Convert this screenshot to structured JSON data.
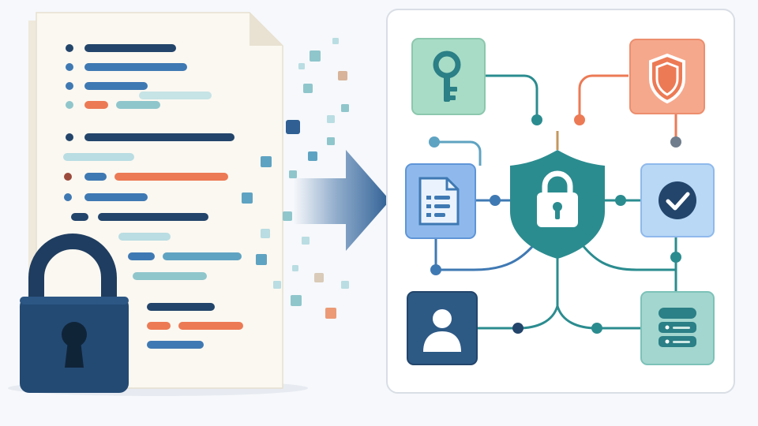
{
  "colors": {
    "background": "#f6f8fb",
    "paper": "#fbf8f1",
    "navy": "#23456b",
    "blue": "#3f79b3",
    "teal": "#2b8c8f",
    "light_teal": "#9ccfd6",
    "coral": "#ec7a55",
    "mint": "#9fd7c0",
    "peach": "#f5a58a",
    "light_blue": "#8fb9ec"
  },
  "diagram": {
    "left": {
      "document": "code-document",
      "lock_icon": "padlock-icon"
    },
    "arrow": "right-arrow-icon",
    "right": {
      "center": "shield-lock-icon",
      "nodes": [
        {
          "name": "key-node",
          "icon": "key-icon"
        },
        {
          "name": "security-shield-node",
          "icon": "shield-icon"
        },
        {
          "name": "document-node",
          "icon": "document-icon"
        },
        {
          "name": "verified-node",
          "icon": "checkmark-icon"
        },
        {
          "name": "user-node",
          "icon": "user-icon"
        },
        {
          "name": "database-node",
          "icon": "database-icon"
        }
      ]
    }
  }
}
